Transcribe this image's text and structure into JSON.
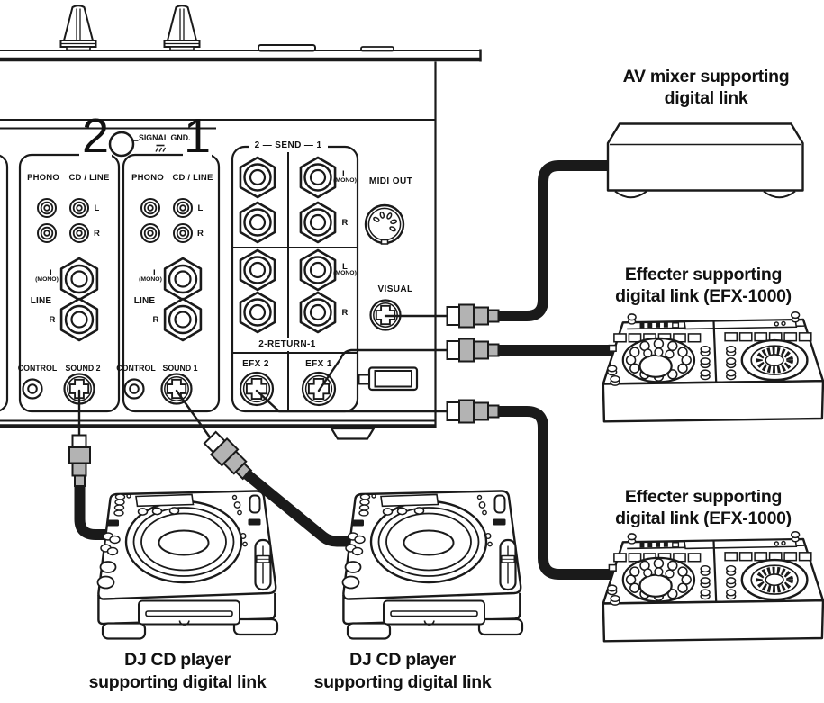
{
  "panel": {
    "signal_gnd_label": "SIGNAL GND.",
    "channel_2": {
      "number": "2",
      "phono": "PHONO",
      "cd_line": "CD / LINE",
      "left": "L",
      "right": "R",
      "mono": "(MONO)",
      "line": "LINE",
      "control": "CONTROL",
      "sound": "SOUND 2"
    },
    "channel_1": {
      "number": "1",
      "phono": "PHONO",
      "cd_line": "CD / LINE",
      "left": "L",
      "right": "R",
      "mono": "(MONO)",
      "line": "LINE",
      "control": "CONTROL",
      "sound": "SOUND 1"
    },
    "send_return": {
      "send_label": "2 — SEND — 1",
      "return_label": "2-RETURN-1",
      "left": "L",
      "mono": "(MONO)",
      "right": "R",
      "efx_2": "EFX 2",
      "efx_1": "EFX 1"
    },
    "midi_out": "MIDI OUT",
    "visual": "VISUAL"
  },
  "devices": {
    "av_mixer": {
      "line1": "AV mixer supporting",
      "line2": "digital link"
    },
    "effecter_top": {
      "line1": "Effecter supporting",
      "line2": "digital link (EFX-1000)"
    },
    "effecter_bottom": {
      "line1": "Effecter supporting",
      "line2": "digital link (EFX-1000)"
    },
    "dj_cd_player_left": {
      "line1": "DJ CD player",
      "line2": "supporting digital link"
    },
    "dj_cd_player_right": {
      "line1": "DJ CD player",
      "line2": "supporting digital link"
    }
  },
  "colors": {
    "line": "#1a1a1a",
    "connector_gray": "#b3b3b3",
    "background": "#ffffff"
  }
}
